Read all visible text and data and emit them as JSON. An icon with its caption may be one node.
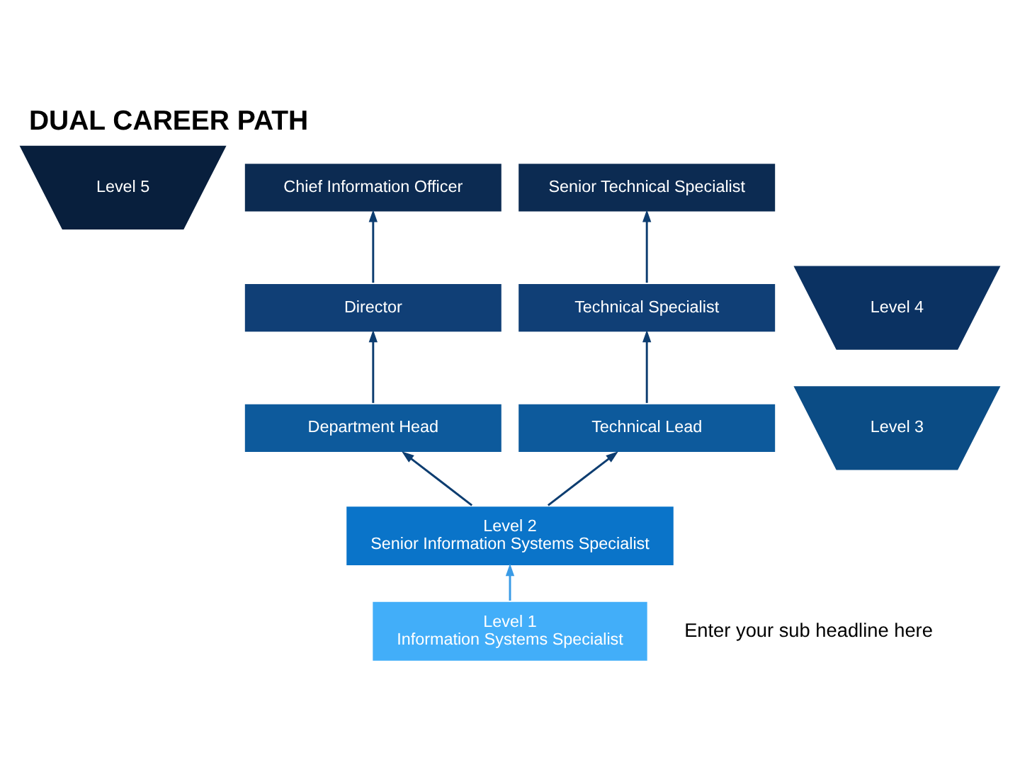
{
  "diagram": {
    "title": "DUAL CAREER PATH",
    "nodes": [
      {
        "text": [
          "Level 5"
        ]
      },
      {
        "text": [
          "Chief Information Officer"
        ]
      },
      {
        "text": [
          "Senior Technical Specialist"
        ]
      },
      {
        "text": [
          "Level 4"
        ]
      },
      {
        "text": [
          "Director"
        ]
      },
      {
        "text": [
          "Technical Specialist"
        ]
      },
      {
        "text": [
          "Level 3"
        ]
      },
      {
        "text": [
          "Department Head"
        ]
      },
      {
        "text": [
          "Technical Lead"
        ]
      },
      {
        "text": [
          "Level 2",
          "Senior Information Systems Specialist"
        ]
      },
      {
        "text": [
          "Level 1",
          "Information Systems Specialist"
        ]
      }
    ],
    "edges": [
      {
        "from": 10,
        "to": 9,
        "arrow": "to",
        "color": "#3a9be6"
      },
      {
        "from": 9,
        "to": 7,
        "arrow": "to"
      },
      {
        "from": 9,
        "to": 8,
        "arrow": "to"
      },
      {
        "from": 7,
        "to": 4,
        "arrow": "to"
      },
      {
        "from": 4,
        "to": 1,
        "arrow": "to"
      },
      {
        "from": 8,
        "to": 5,
        "arrow": "to"
      },
      {
        "from": 5,
        "to": 2,
        "arrow": "to"
      }
    ],
    "labels": [
      "Enter your sub headline here"
    ]
  }
}
